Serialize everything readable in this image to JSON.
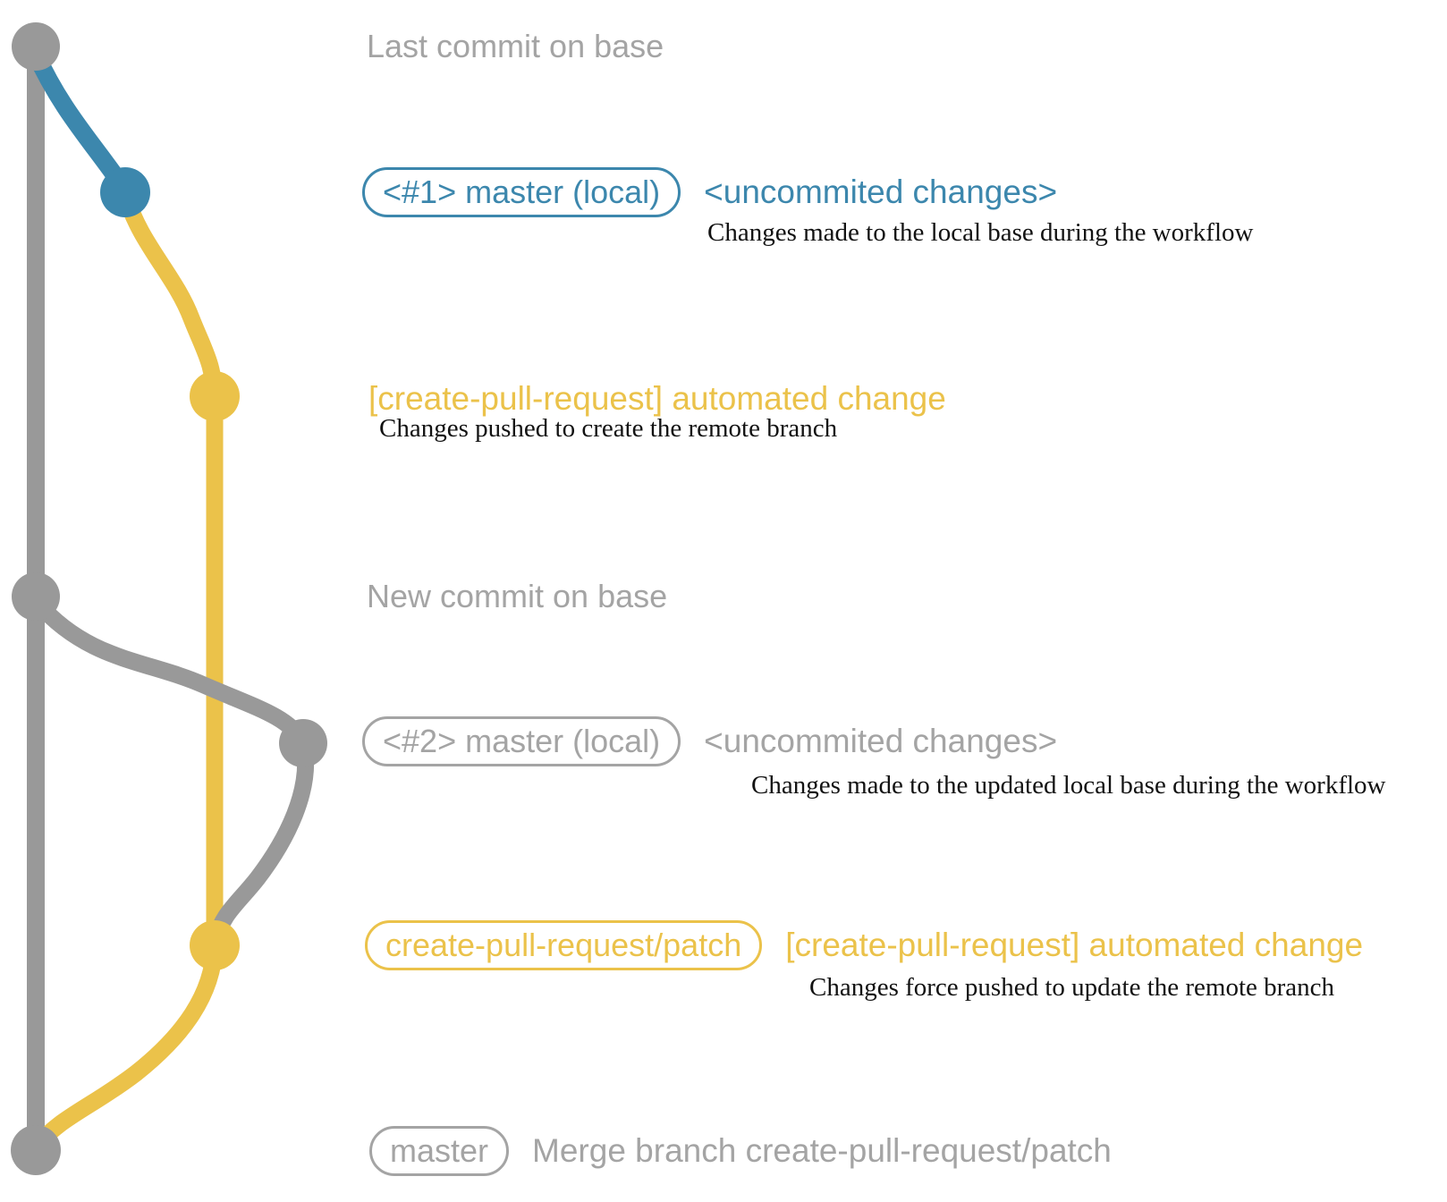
{
  "colors": {
    "blue": "#3c87ad",
    "yellow": "#ebc24a",
    "graph-gray": "#999999",
    "text-gray": "#a4a4a4",
    "caption-black": "#121212"
  },
  "rows": {
    "last_commit": {
      "label": "Last commit on base"
    },
    "local1": {
      "badge": "<#1> master (local)",
      "note": "<uncommited changes>",
      "caption": "Changes made to the local base during the workflow"
    },
    "push1": {
      "label": "[create-pull-request] automated change",
      "caption": "Changes pushed to create the remote branch"
    },
    "new_commit": {
      "label": "New commit on base"
    },
    "local2": {
      "badge": "<#2> master (local)",
      "note": "<uncommited changes>",
      "caption": "Changes made to the updated local base during the workflow"
    },
    "push2": {
      "badge": "create-pull-request/patch",
      "note": "[create-pull-request] automated change",
      "caption": "Changes force pushed to update the remote branch"
    },
    "merge": {
      "badge": "master",
      "note": "Merge branch create-pull-request/patch"
    }
  }
}
